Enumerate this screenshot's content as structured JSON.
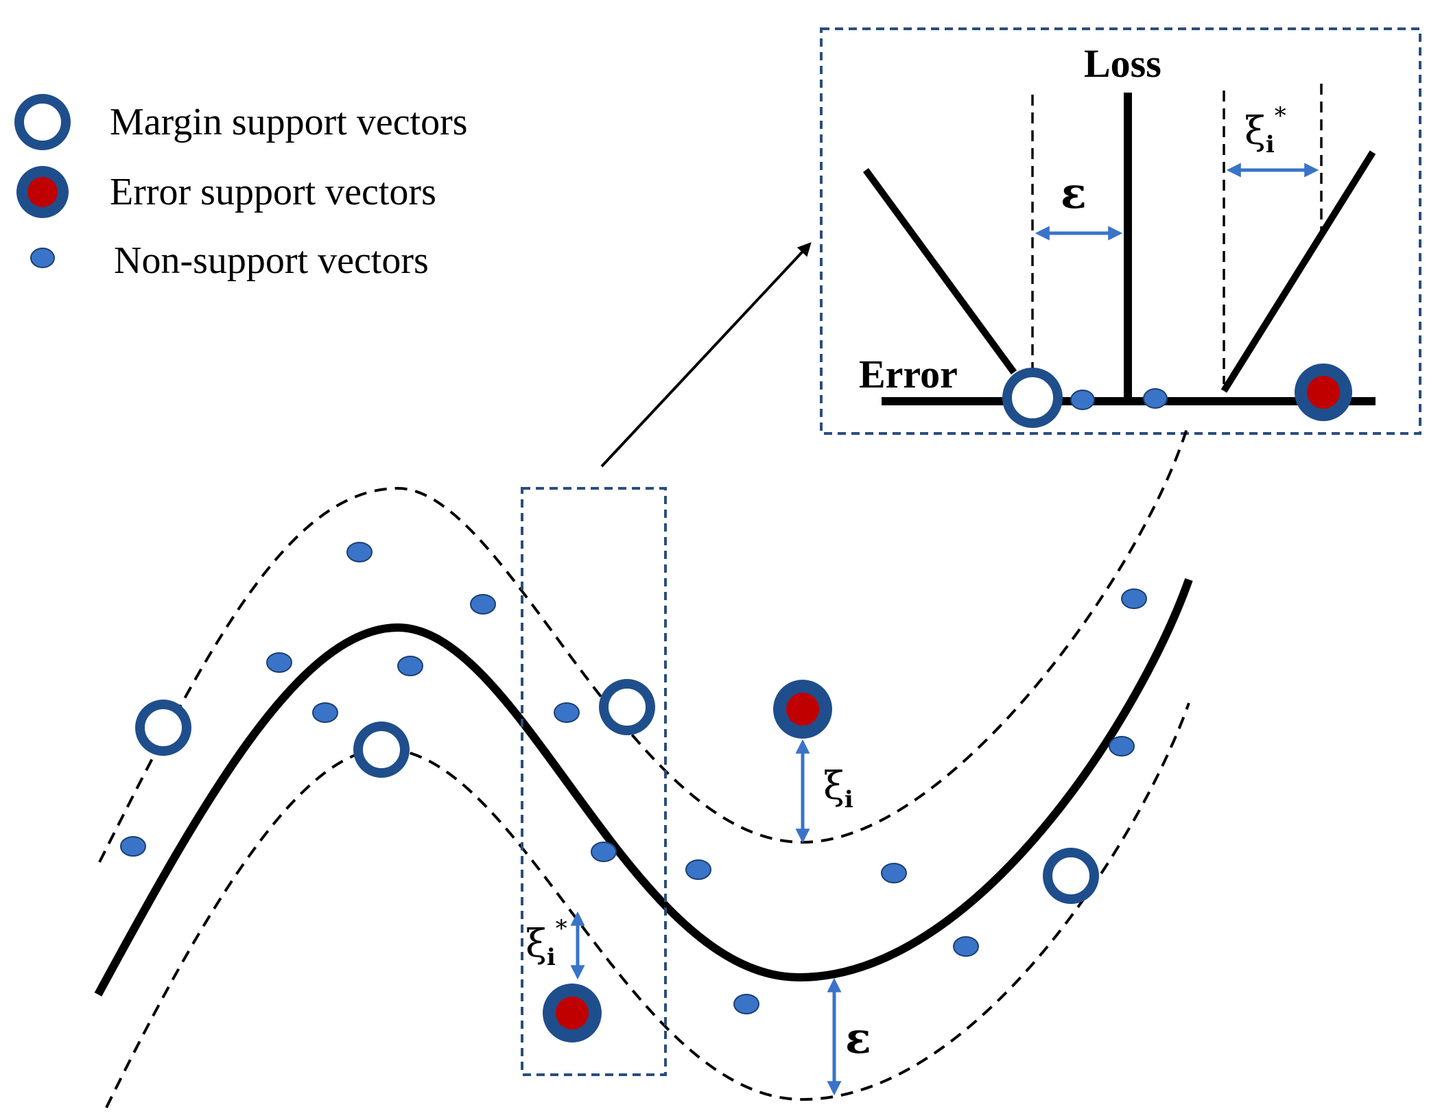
{
  "legend": {
    "items": [
      {
        "kind": "margin",
        "label": "Margin support vectors"
      },
      {
        "kind": "error",
        "label": "Error support vectors"
      },
      {
        "kind": "non",
        "label": "Non-support vectors"
      }
    ]
  },
  "inset": {
    "loss_label": "Loss",
    "error_label": "Error",
    "epsilon_label": "ε",
    "xi_star_base": "ξ",
    "xi_star_sub": "i",
    "xi_star_sup": "*"
  },
  "main": {
    "xi_base": "ξ",
    "xi_sub": "i",
    "xi_star_base": "ξ",
    "xi_star_sub": "i",
    "xi_star_sup": "*",
    "epsilon_label": "ε"
  },
  "colors": {
    "ring": "#1f4e8c",
    "error_fill": "#c00000",
    "dot_fill": "#3a74c8",
    "dot_stroke": "#1c3f70",
    "arrow": "#3a74c8",
    "box_border": "#2a4d80",
    "line": "#000000"
  }
}
